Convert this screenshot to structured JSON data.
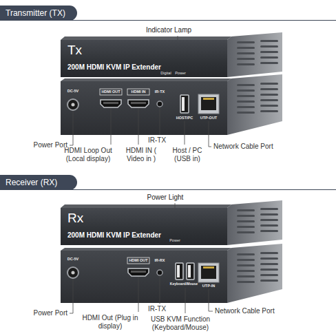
{
  "diagram": {
    "nodes": [
      {
        "text": [
          "Transmitter (TX)"
        ]
      },
      {
        "text": [
          "Tx",
          "200M HDMI KVM IP Extender"
        ]
      },
      {
        "text": [
          "Receiver (RX)"
        ]
      },
      {
        "text": [
          "Rx",
          "200M HDMI KVM IP Extender"
        ]
      }
    ],
    "labels": [
      "Indicator Lamp",
      "Digital",
      "Power",
      "DC-5V",
      "HDMI OUT",
      "HDMI IN",
      "IR-TX",
      "HOST/PC",
      "UTP-OUT",
      "Power Port",
      "HDMI Loop Out (Local display)",
      "HDMI IN ( Video in )",
      "IR-TX",
      "Host / PC (USB in)",
      "Network Cable Port",
      "Power Light",
      "Power",
      "DC-5V",
      "HDMI OUT",
      "IR-RX",
      "Keyboard/Mouse",
      "UTP-IN",
      "Power Port",
      "HDMI Out (Plug in display)",
      "IR-TX",
      "USB KVM Function (Keyboard/Mouse)",
      "Network Cable Port"
    ]
  }
}
